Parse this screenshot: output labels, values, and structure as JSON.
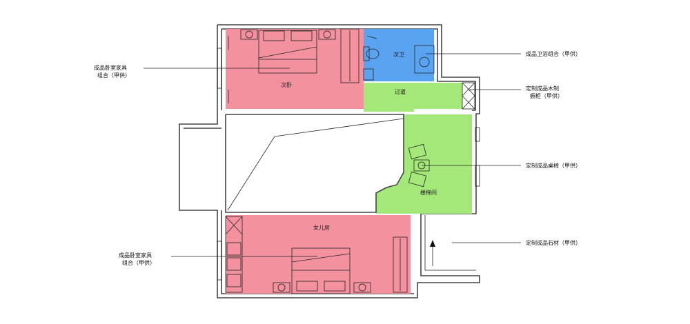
{
  "colors": {
    "bedroom": "#f4919f",
    "bathroom": "#5aa3f0",
    "green_area": "#a3e878",
    "wall": "#444444",
    "background": "#ffffff"
  },
  "rooms": {
    "second_bedroom": "次卧",
    "second_bath": "次卫",
    "hall": "过道",
    "stair_room": "楼梯间",
    "daughter_room": "女儿房"
  },
  "callouts": {
    "bath_set": "成品卫浴组合（甲供）",
    "cabinet_line1": "定制成品木制",
    "cabinet_line2": "橱柜（甲供）",
    "chairs": "定制成品桌椅（甲供）",
    "stone": "定制成品石材（甲供）",
    "bedroom_top_line1": "成品卧室家具",
    "bedroom_top_line2": "组合（甲供）",
    "bedroom_bottom_line1": "成品卧室家具",
    "bedroom_bottom_line2": "组合（甲供）"
  }
}
